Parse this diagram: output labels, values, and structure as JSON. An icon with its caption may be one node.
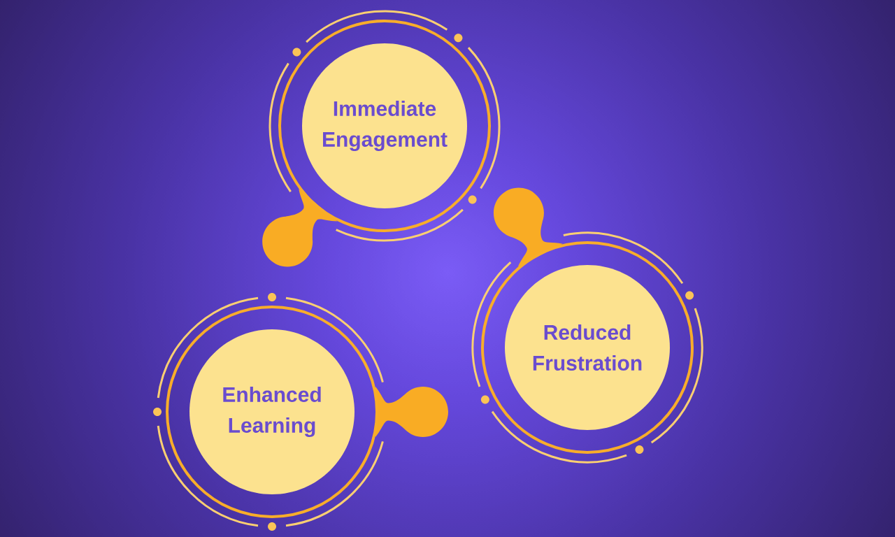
{
  "diagram": {
    "nodes": [
      {
        "text": [
          "Immediate Engagement"
        ]
      },
      {
        "text": [
          "Reduced Frustration"
        ]
      },
      {
        "text": [
          "Enhanced Learning"
        ]
      }
    ]
  }
}
